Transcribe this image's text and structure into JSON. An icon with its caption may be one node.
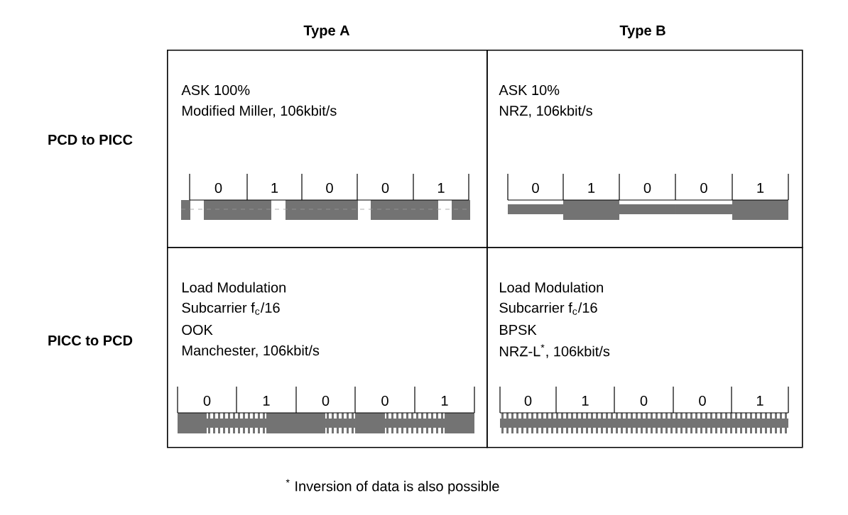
{
  "diagram": {
    "nodes": [
      {
        "text": [
          "ASK 100%",
          "Modified Miller, 106kbit/s",
          "0",
          "1",
          "0",
          "0",
          "1"
        ]
      },
      {
        "text": [
          "ASK 10%",
          "NRZ, 106kbit/s",
          "0",
          "1",
          "0",
          "0",
          "1"
        ]
      },
      {
        "text": [
          "Load Modulation",
          "Subcarrier f$_{c}$/16",
          "OOK",
          "Manchester, 106kbit/s",
          "0",
          "1",
          "0",
          "0",
          "1"
        ]
      },
      {
        "text": [
          "Load Modulation",
          "Subcarrier f$_{c}$/16",
          "BPSK",
          "NRZ-L$^{*}$, 106kbit/s",
          "0",
          "1",
          "0",
          "0",
          "1"
        ]
      }
    ],
    "labels": [
      "Type A",
      "Type B",
      "PCD to PICC",
      "PICC to PCD",
      "$^{*}$ Inversion of data is also possible"
    ]
  }
}
